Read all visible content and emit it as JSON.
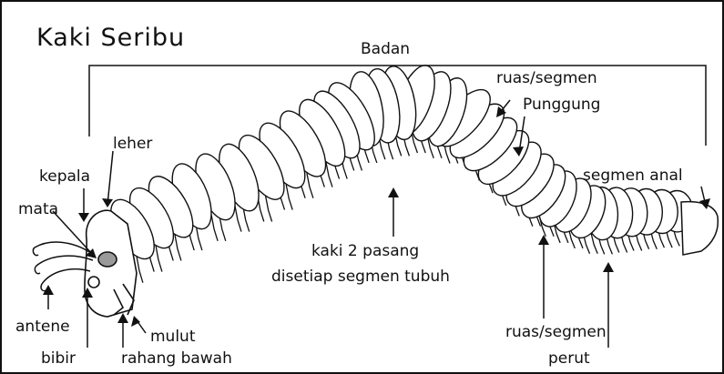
{
  "title": "Kaki Seribu",
  "labels": {
    "badan": "Badan",
    "ruas_punggung_1": "ruas/segmen",
    "ruas_punggung_2": "Punggung",
    "leher": "leher",
    "kepala": "kepala",
    "mata": "mata",
    "segmen_anal": "segmen anal",
    "kaki_1": "kaki 2 pasang",
    "kaki_2": "disetiap segmen tubuh",
    "antene": "antene",
    "mulut": "mulut",
    "bibir": "bibir",
    "rahang_bawah": "rahang bawah",
    "ruas_perut_1": "ruas/segmen",
    "ruas_perut_2": "perut"
  },
  "colors": {
    "ink": "#111111",
    "body_fill": "#ffffff",
    "eye": "#9a9a9a"
  }
}
